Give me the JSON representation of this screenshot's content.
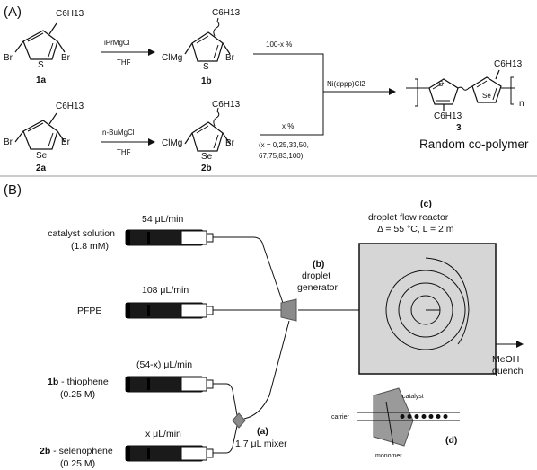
{
  "panel_a": {
    "label": "(A)",
    "compounds": {
      "c1a": {
        "id": "1a",
        "substituent": "C6H13",
        "heteroatom": "S",
        "left_group": "Br",
        "right_group": "Br"
      },
      "c2a": {
        "id": "2a",
        "substituent": "C6H13",
        "heteroatom": "Se",
        "left_group": "Br",
        "right_group": "Br"
      },
      "c1b": {
        "id": "1b",
        "substituent": "C6H13",
        "heteroatom": "S",
        "left_group": "ClMg",
        "right_group": "Br"
      },
      "c2b": {
        "id": "2b",
        "substituent": "C6H13",
        "heteroatom": "Se",
        "left_group": "ClMg",
        "right_group": "Br"
      },
      "c3": {
        "id": "3",
        "substituent": "C6H13",
        "heteroatom_1": "S",
        "heteroatom_2": "Se",
        "repeat_index": "n"
      }
    },
    "reagent_top": "iPrMgCl",
    "reagent_bottom": "n-BuMgCl",
    "solvent": "THF",
    "fraction_top": "100-x %",
    "fraction_bottom": "x %",
    "x_values_line1": "(x = 0,25,33,50,",
    "x_values_line2": "67,75,83,100)",
    "catalyst": "Ni(dppp)Cl2",
    "product_caption": "Random co-polymer"
  },
  "panel_b": {
    "label": "(B)",
    "syringes": [
      {
        "rate": "54 μL/min",
        "name": "catalyst solution",
        "sub": "(1.8 mM)"
      },
      {
        "rate": "108 μL/min",
        "name": "PFPE",
        "sub": ""
      },
      {
        "rate": "(54-x) μL/min",
        "name_bold": "1b",
        "name_rest": " - thiophene",
        "sub": "(0.25 M)"
      },
      {
        "rate": "x μL/min",
        "name_bold": "2b",
        "name_rest": " - selenophene",
        "sub": "(0.25 M)"
      }
    ],
    "droplet_generator": {
      "tag": "(b)",
      "line1": "droplet",
      "line2": "generator"
    },
    "reactor": {
      "tag": "(c)",
      "line1": "droplet flow reactor",
      "line2": "Δ = 55 °C, L = 2 m"
    },
    "outlet": {
      "line1": "MeOH",
      "line2": "quench"
    },
    "mixer": {
      "tag": "(a)",
      "label": "1.7 μL mixer"
    },
    "inset": {
      "tag": "(d)",
      "catalyst": "catalyst",
      "carrier": "carrier",
      "monomer": "monomer"
    }
  }
}
